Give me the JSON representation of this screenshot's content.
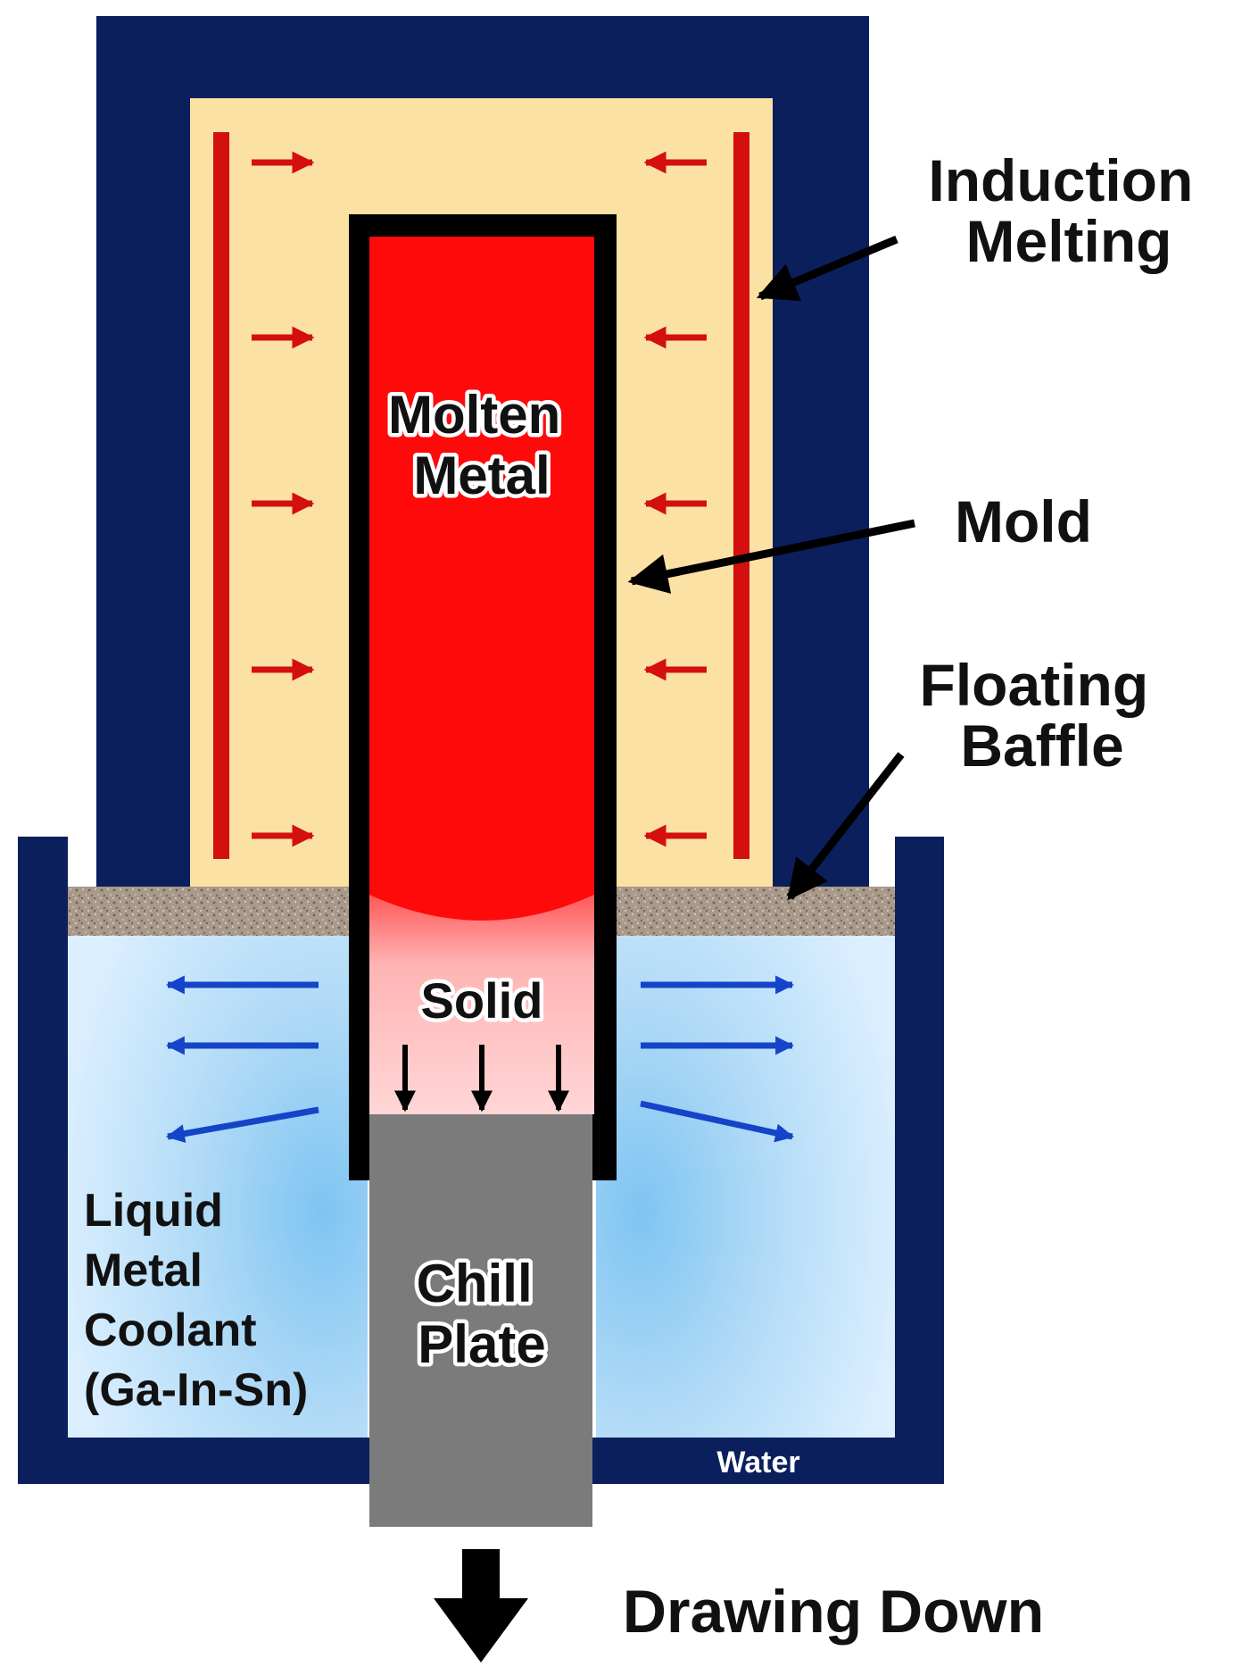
{
  "labels": {
    "induction_melting": [
      "Induction",
      "Melting"
    ],
    "molten_metal": [
      "Molten",
      "Metal"
    ],
    "mold": "Mold",
    "floating_baffle": [
      "Floating",
      "Baffle"
    ],
    "solid": "Solid",
    "chill_plate": [
      "Chill",
      "Plate"
    ],
    "coolant": [
      "Liquid",
      "Metal",
      "Coolant",
      "(Ga-In-Sn)"
    ],
    "water": "Water",
    "drawing_down": "Drawing Down"
  },
  "colors": {
    "furnace_shell": "#0b1f5c",
    "furnace_interior": "#fbe2a4",
    "induction_coil": "#d40f0f",
    "heat_arrow": "#d40f0f",
    "molten_metal": "#ff0a0a",
    "solid_zone": "#ffd0d0",
    "mold_wall": "#000000",
    "baffle": "#a89a8c",
    "coolant": "#bfe0f8",
    "cooling_arrow": "#1544c8",
    "chill_plate": "#7b7b7b",
    "water_label": "#ffffff"
  }
}
